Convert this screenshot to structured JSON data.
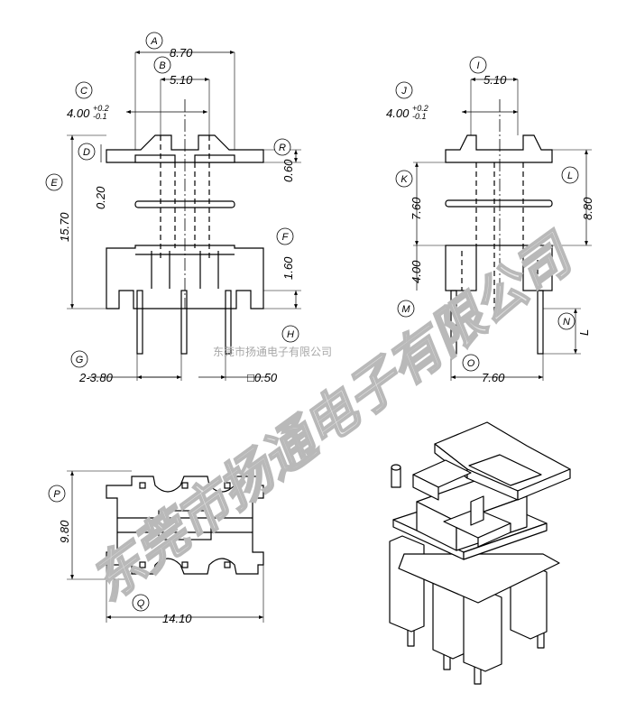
{
  "watermark": {
    "large_text": "东莞市扬通电子有限公司",
    "small_text": "东莞市扬通电子有限公司"
  },
  "front_view": {
    "dimensions": {
      "A": "8.70",
      "B": "5.10",
      "C": "4.00",
      "C_tol_upper": "+0.2",
      "C_tol_lower": "-0.1",
      "D": "0.20",
      "E": "15.70",
      "F": "1.60",
      "G": "2-3.80",
      "H": "□0.50",
      "R": "0.60"
    }
  },
  "side_view": {
    "dimensions": {
      "I": "5.10",
      "J": "4.00",
      "J_tol_upper": "+0.2",
      "J_tol_lower": "-0.1",
      "K": "7.60",
      "L": "8.80",
      "M": "4.00",
      "N": "L",
      "O": "7.60"
    }
  },
  "bottom_view": {
    "dimensions": {
      "P": "9.80",
      "Q": "14.10"
    }
  },
  "labels": [
    "A",
    "B",
    "C",
    "D",
    "E",
    "F",
    "G",
    "H",
    "I",
    "J",
    "K",
    "L",
    "M",
    "N",
    "O",
    "P",
    "Q",
    "R"
  ]
}
